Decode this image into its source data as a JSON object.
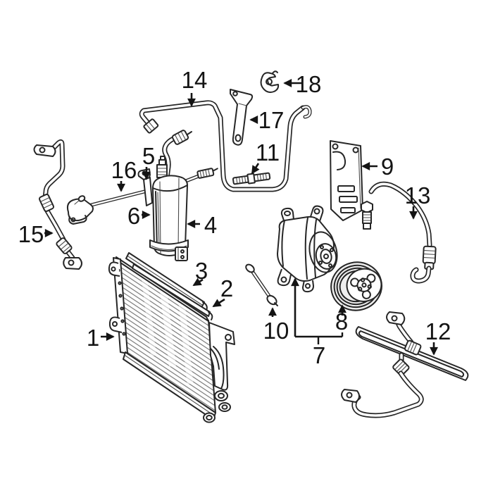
{
  "figure": {
    "type": "exploded-parts-diagram",
    "background_color": "#ffffff",
    "line_color": "#262626",
    "label_color": "#141414"
  },
  "callouts": [
    {
      "num": "1"
    },
    {
      "num": "2"
    },
    {
      "num": "3"
    },
    {
      "num": "4"
    },
    {
      "num": "5"
    },
    {
      "num": "6"
    },
    {
      "num": "7"
    },
    {
      "num": "8"
    },
    {
      "num": "9"
    },
    {
      "num": "10"
    },
    {
      "num": "11"
    },
    {
      "num": "12"
    },
    {
      "num": "13"
    },
    {
      "num": "14"
    },
    {
      "num": "15"
    },
    {
      "num": "16"
    },
    {
      "num": "17"
    },
    {
      "num": "18"
    }
  ]
}
